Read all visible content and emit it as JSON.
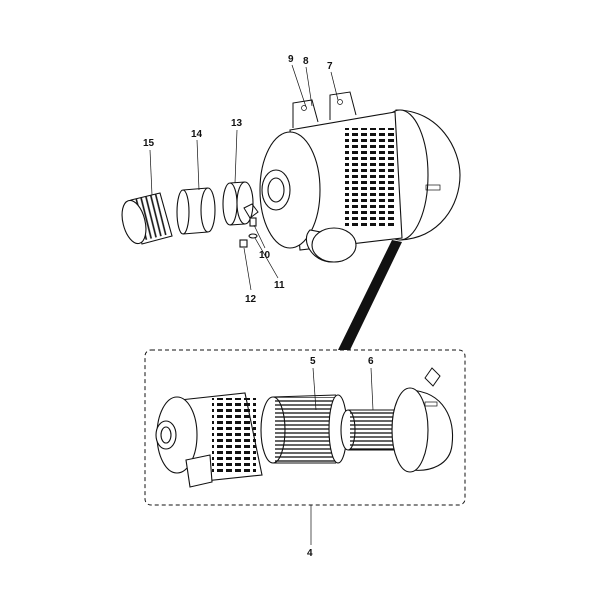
{
  "callouts": {
    "c15": "15",
    "c14": "14",
    "c13": "13",
    "c9": "9",
    "c8": "8",
    "c7": "7",
    "c10": "10",
    "c11": "11",
    "c12": "12",
    "c5": "5",
    "c6": "6",
    "c4": "4"
  },
  "colors": {
    "line": "#111111",
    "background": "#ffffff"
  }
}
